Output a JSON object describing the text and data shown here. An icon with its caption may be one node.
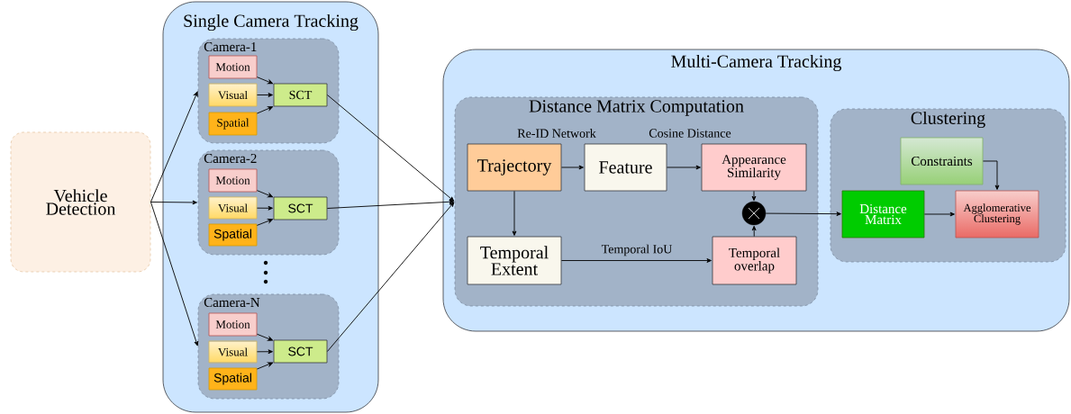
{
  "diagram": {
    "nodes": [
      {
        "text": [
          "Vehicle Detection"
        ]
      },
      {
        "text": [
          "Single Camera Tracking"
        ]
      },
      {
        "text": [
          "Camera-1"
        ],
        "in": 1
      },
      {
        "text": [
          "Motion"
        ],
        "in": 2
      },
      {
        "text": [
          "Visual"
        ],
        "in": 2
      },
      {
        "text": [
          "Spatial"
        ],
        "in": 2
      },
      {
        "text": [
          "SCT"
        ],
        "in": 2
      },
      {
        "text": [
          "Camera-2"
        ],
        "in": 1
      },
      {
        "text": [
          "Motion"
        ],
        "in": 7
      },
      {
        "text": [
          "Visual"
        ],
        "in": 7
      },
      {
        "text": [
          "Spatial"
        ],
        "in": 7
      },
      {
        "text": [
          "SCT"
        ],
        "in": 7
      },
      {
        "text": [
          "Camera-N"
        ],
        "in": 1
      },
      {
        "text": [
          "Motion"
        ],
        "in": 12
      },
      {
        "text": [
          "Visual"
        ],
        "in": 12
      },
      {
        "text": [
          "Spatial"
        ],
        "in": 12
      },
      {
        "text": [
          "SCT"
        ],
        "in": 12
      },
      {
        "text": [
          "Multi-Camera Tracking"
        ]
      },
      {
        "text": [
          "Distance Matrix Computation"
        ],
        "in": 17
      },
      {
        "text": [
          "Trajectory"
        ],
        "in": 18
      },
      {
        "text": [
          "Feature"
        ],
        "in": 18
      },
      {
        "text": [
          "Appearance Similarity"
        ],
        "in": 18
      },
      {
        "text": [
          "Temporal Extent"
        ],
        "in": 18
      },
      {
        "text": [
          "Temporal overlap"
        ],
        "in": 18
      },
      {
        "text": [],
        "shape": "circle",
        "in": 18
      },
      {
        "text": [
          "Clustering"
        ],
        "in": 17
      },
      {
        "text": [
          "Constraints"
        ],
        "in": 25
      },
      {
        "text": [
          "Distance Matrix"
        ],
        "in": 25
      },
      {
        "text": [
          "Agglomerative Clustering"
        ],
        "in": 25
      }
    ],
    "edges": [
      {
        "from": 0,
        "to": 2,
        "arrow": "to"
      },
      {
        "from": 0,
        "to": 7,
        "arrow": "to"
      },
      {
        "from": 0,
        "to": 12,
        "arrow": "to"
      },
      {
        "from": 3,
        "to": 6,
        "arrow": "to"
      },
      {
        "from": 4,
        "to": 6,
        "arrow": "to"
      },
      {
        "from": 5,
        "to": 6,
        "arrow": "to"
      },
      {
        "from": 8,
        "to": 11,
        "arrow": "to"
      },
      {
        "from": 9,
        "to": 11,
        "arrow": "to"
      },
      {
        "from": 10,
        "to": 11,
        "arrow": "to"
      },
      {
        "from": 13,
        "to": 16,
        "arrow": "to"
      },
      {
        "from": 14,
        "to": 16,
        "arrow": "to"
      },
      {
        "from": 15,
        "to": 16,
        "arrow": "to"
      },
      {
        "from": 6,
        "to": 18,
        "arrow": "to"
      },
      {
        "from": 11,
        "to": 18,
        "arrow": "to"
      },
      {
        "from": 16,
        "to": 18,
        "arrow": "to"
      },
      {
        "from": 19,
        "to": 20,
        "arrow": "to",
        "label": "Re-ID Network"
      },
      {
        "from": 20,
        "to": 21,
        "arrow": "to",
        "label": "Cosine Distance"
      },
      {
        "from": 19,
        "to": 22,
        "arrow": "to"
      },
      {
        "from": 22,
        "to": 23,
        "arrow": "to",
        "label": "Temporal IoU"
      },
      {
        "from": 21,
        "to": 24,
        "arrow": "to"
      },
      {
        "from": 23,
        "to": 24,
        "arrow": "to"
      },
      {
        "from": 24,
        "to": 27,
        "arrow": "to"
      },
      {
        "from": 26,
        "to": 28,
        "arrow": "to"
      },
      {
        "from": 27,
        "to": 28,
        "arrow": "to"
      }
    ]
  }
}
